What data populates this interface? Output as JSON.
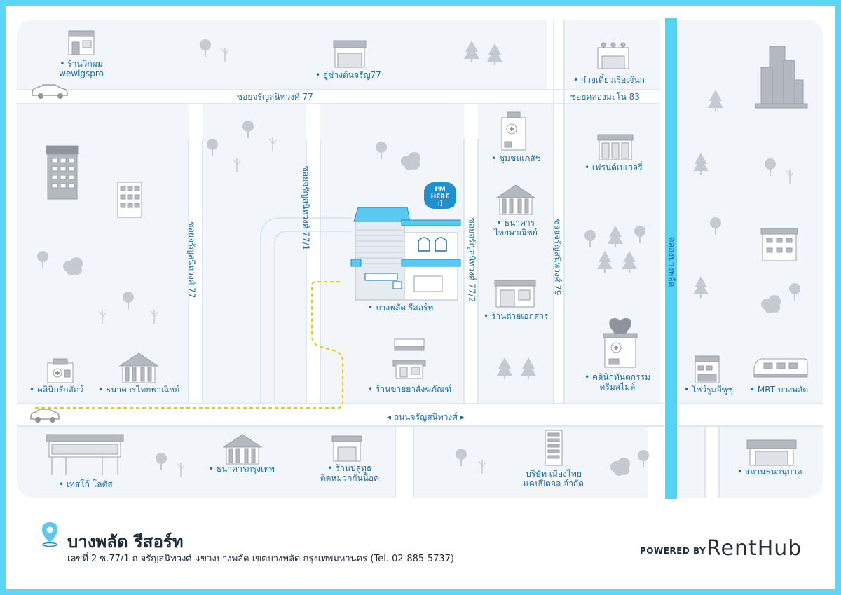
{
  "title": "บางพลัด รีสอร์ท",
  "address": "เลขที่ 2 ซ.77/1 ถ.จรัญสนิทวงศ์ แขวงบางพลัด เขตบางพลัด กรุงเทพมหานคร  (Tel. 02-885-5737)",
  "powered_by": "POWERED BY",
  "brand": "RentHub",
  "here_badge": {
    "line1": "I'M",
    "line2": "HERE",
    "line3": ":)"
  },
  "canal": "คลองบางพลัด",
  "streets": {
    "soi77": "ซอยจรัญสนิทวงศ์ 77",
    "soi77_top": "ซอยจรัญสนิทวงศ์ 77",
    "soi77_1": "ซอยจรัญสนิทวงศ์ 77/1",
    "soi77_2": "ซอยจรัญสนิทวงศ์ 77/2",
    "soi79": "ซอยจรัญสนิทวงศ์ 79",
    "khlong_mon": "ซอยคลองมะโน 83",
    "main_road": "ถนนจรัญสนิทวงศ์"
  },
  "places": {
    "wig_shop_1": "• ร้านวิกผม",
    "wig_shop_2": "wewigspro",
    "garage": "• อู่ช่างต้นจรัญ77",
    "noodle": "• ก๋วยเตี๋ยวเรือเจ๊นก",
    "community_pharmacy": "• ชุมชนเภสัช",
    "friend_bakery": "• เฟรนด์เบเกอรี่",
    "bank_kasikorn_1": "• ธนาคาร",
    "bank_kasikorn_2": "ไทยพาณิชย์",
    "resort": "• บางพลัด รีสอร์ท",
    "print_shop": "• ร้านถ่ายเอกสาร",
    "pharmacy": "• ร้านขายยาสังฆภัณฑ์",
    "dental_1": "• คลินิกทันตกรรม",
    "dental_2": "ดรีมสไมล์",
    "pet_clinic": "• คลินิกรักสัตว์",
    "bank_scb": "• ธนาคารไทยพาณิชย์",
    "showroom": "• โชว์รูมอีซูซุ",
    "mrt": "• MRT บางพลัด",
    "tesco": "• เทสโก้ โลตัส",
    "bangkok_bank": "• ธนาคารกรุงเทพ",
    "lube_shop_1": "• ร้านบลูทูธ",
    "lube_shop_2": "ติดหมวกกันน็อค",
    "company_1": "บริษัท เมืองไทย",
    "company_2": "แคปปิตอล จำกัด",
    "kindergarten": "• สถานธนานุบาล"
  },
  "colors": {
    "frame": "#5bd6f7",
    "block": "#f2f6fa",
    "road_line": "#d3e2ee",
    "canal": "#55d3f4",
    "route": "#f2c40a",
    "building": "#b4b9c0",
    "accent": "#1e8fcf",
    "label": "#1a6ea8"
  }
}
